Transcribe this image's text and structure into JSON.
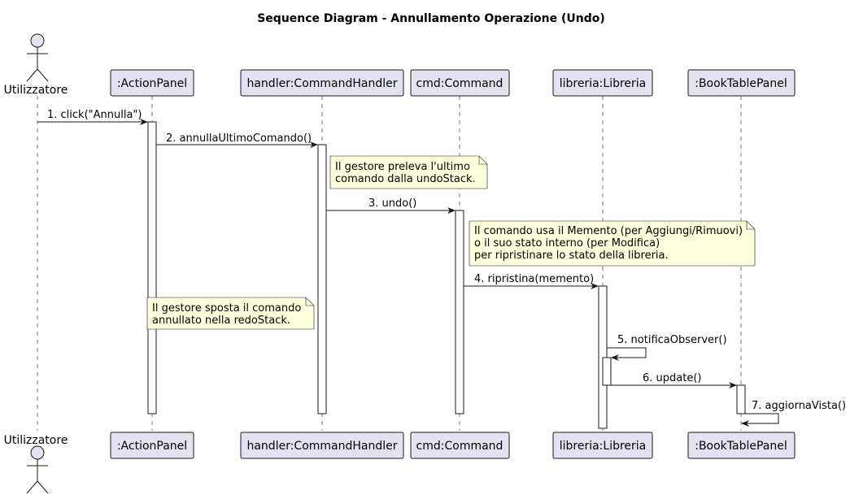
{
  "title": "Sequence Diagram - Annullamento Operazione (Undo)",
  "participants": {
    "user": "Utilizzatore",
    "actionPanel": ":ActionPanel",
    "handler": "handler:CommandHandler",
    "cmd": "cmd:Command",
    "libreria": "libreria:Libreria",
    "bookTable": ":BookTablePanel"
  },
  "messages": {
    "m1": "1. click(\"Annulla\")",
    "m2": "2. annullaUltimoComando()",
    "m3": "3. undo()",
    "m4": "4. ripristina(memento)",
    "m5": "5. notificaObserver()",
    "m6": "6. update()",
    "m7": "7. aggiornaVista()"
  },
  "notes": {
    "n1": [
      "Il gestore preleva l'ultimo",
      "comando dalla undoStack."
    ],
    "n2": [
      "Il comando usa il Memento (per Aggiungi/Rimuovi)",
      "o il suo stato interno (per Modifica)",
      "per ripristinare lo stato della libreria."
    ],
    "n3": [
      "Il gestore sposta il comando",
      "annullato nella redoStack."
    ]
  },
  "colors": {
    "participant_fill": "#E2E2F0",
    "participant_stroke": "#181818",
    "note_fill": "#FEFFDD",
    "line": "#181818"
  }
}
